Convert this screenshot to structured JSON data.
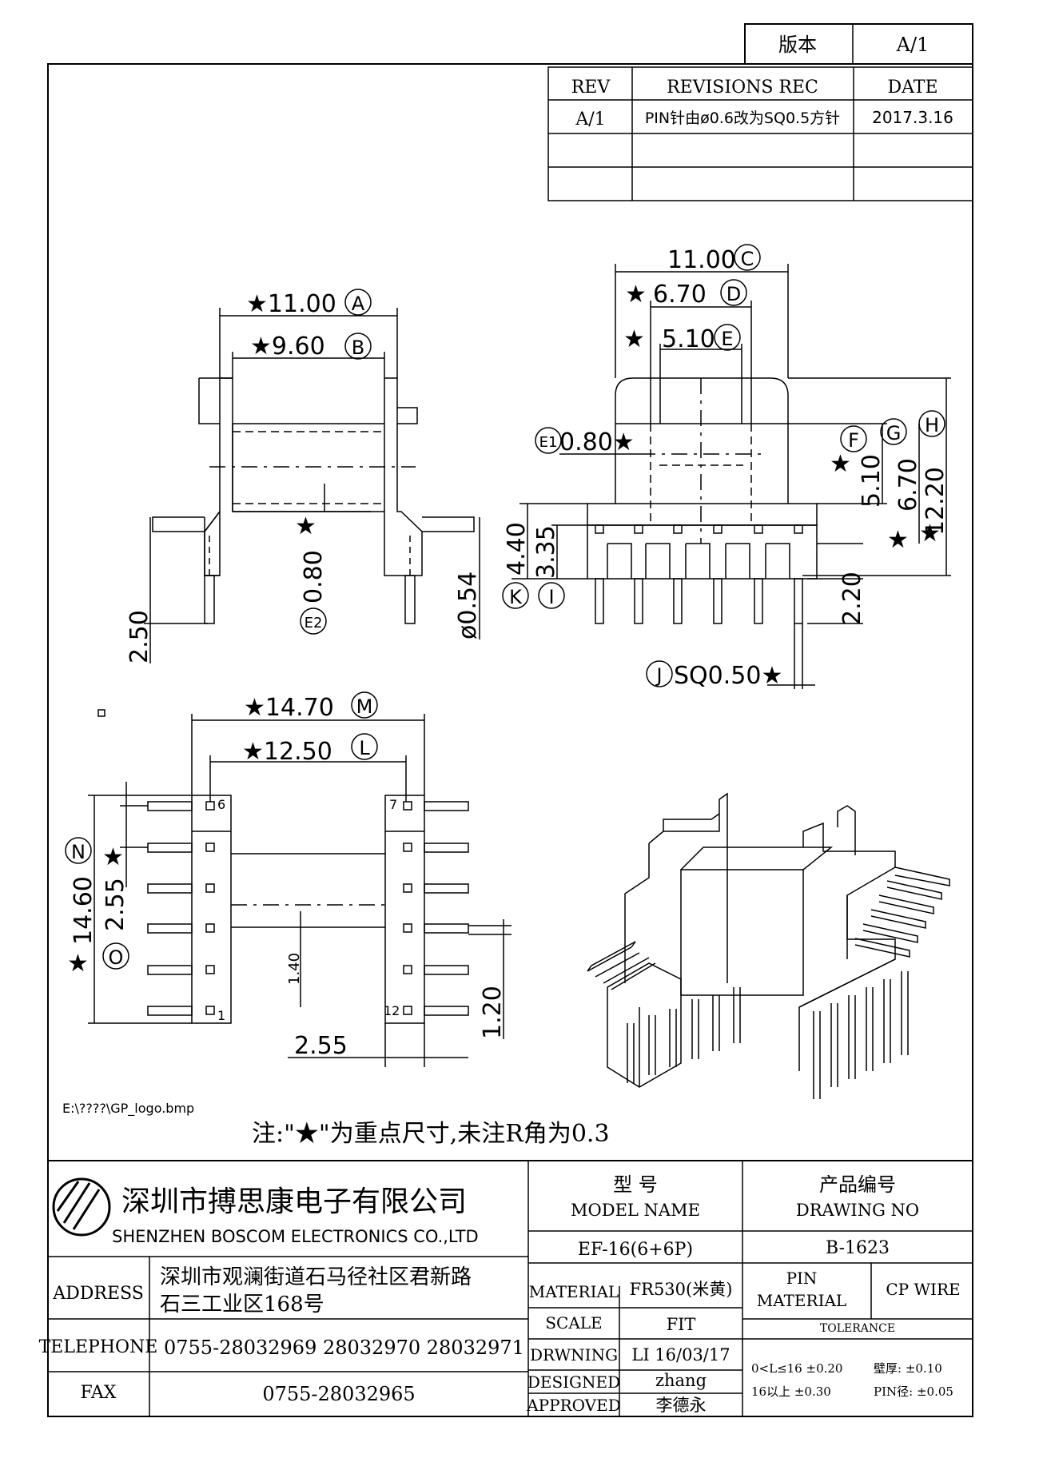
{
  "version": {
    "label": "版本",
    "value": "A/1"
  },
  "revisions": {
    "headers": [
      "REV",
      "REVISIONS REC",
      "DATE"
    ],
    "rows": [
      {
        "rev": "A/1",
        "rec": "PIN针由ø0.6改为SQ0.5方针",
        "date": "2017.3.16"
      }
    ]
  },
  "dimensions": {
    "A": "★11.00",
    "A_tag": "A",
    "B": "★9.60",
    "B_tag": "B",
    "C": "11.00",
    "C_tag": "C",
    "D": "6.70",
    "D_tag": "D",
    "E": "5.10",
    "E_tag": "E",
    "E1": "0.80★",
    "E1_tag": "E1",
    "E2_val": "0.80",
    "E2_tag": "E2",
    "star": "★",
    "d054": "ø0.54",
    "d250": "2.50",
    "F": "5.10",
    "F_tag": "F",
    "G": "6.70",
    "G_tag": "G",
    "H": "12.20",
    "H_tag": "H",
    "K": "4.40",
    "K_tag": "K",
    "I": "3.35",
    "I_tag": "I",
    "d220": "2.20",
    "J": "SQ0.50★",
    "J_tag": "J",
    "M": "★14.70",
    "M_tag": "M",
    "L": "★12.50",
    "L_tag": "L",
    "N": "2.55",
    "N_tag": "N",
    "O": "14.60",
    "O_tag": "O",
    "d140": "1.40",
    "d120": "1.20",
    "d255": "2.55",
    "pin6": "6",
    "pin7": "7",
    "pin1": "1",
    "pin12": "12"
  },
  "logo_path": "E:\\????\\GP_logo.bmp",
  "note": "注:\"★\"为重点尺寸,未注R角为0.3",
  "title_block": {
    "company_cn": "深圳市搏思康电子有限公司",
    "company_en": "SHENZHEN BOSCOM ELECTRONICS CO.,LTD",
    "address_label": "ADDRESS",
    "address_line1": "深圳市观澜街道石马径社区君新路",
    "address_line2": "石三工业区168号",
    "telephone_label": "TELEPHONE",
    "telephone": "0755-28032969 28032970 28032971",
    "fax_label": "FAX",
    "fax": "0755-28032965",
    "model_cn": "型    号",
    "model_en": "MODEL NAME",
    "model_value": "EF-16(6+6P)",
    "drawing_cn": "产品编号",
    "drawing_en": "DRAWING NO",
    "drawing_value": "B-1623",
    "material_label": "MATERIAL",
    "material_value": "FR530(米黄)",
    "pin_material_label1": "PIN",
    "pin_material_label2": "MATERIAL",
    "pin_material_value": "CP WIRE",
    "scale_label": "SCALE",
    "scale_value": "FIT",
    "tolerance_label": "TOLERANCE",
    "drawing_label": "DRWNING",
    "drawing_by": "LI 16/03/17",
    "designed_label": "DESIGNED",
    "designed_by": "zhang",
    "approved_label": "APPROVED",
    "approved_by": "李德永",
    "tol1": "0<L≤16  ±0.20",
    "tol2": "16以上    ±0.30",
    "tol3": "壁厚: ±0.10",
    "tol4": "PIN径: ±0.05"
  }
}
